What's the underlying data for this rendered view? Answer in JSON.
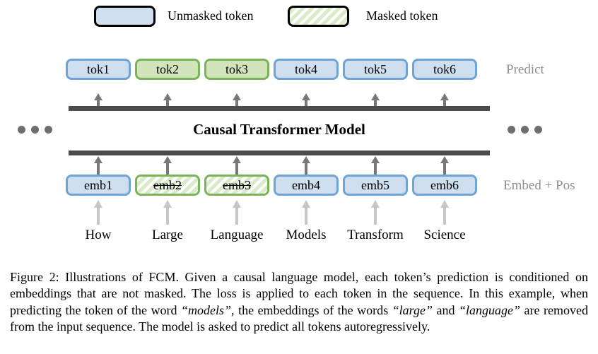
{
  "figure": {
    "legend": {
      "unmasked": "Unmasked token",
      "masked": "Masked token"
    },
    "model_label": "Causal Transformer Model",
    "predict_label": "Predict",
    "embed_label": "Embed + Pos",
    "tokens": [
      {
        "label": "tok1",
        "masked": false
      },
      {
        "label": "tok2",
        "masked": true
      },
      {
        "label": "tok3",
        "masked": true
      },
      {
        "label": "tok4",
        "masked": false
      },
      {
        "label": "tok5",
        "masked": false
      },
      {
        "label": "tok6",
        "masked": false
      }
    ],
    "embeddings": [
      {
        "label": "emb1",
        "masked": false
      },
      {
        "label": "emb2",
        "masked": true
      },
      {
        "label": "emb3",
        "masked": true
      },
      {
        "label": "emb4",
        "masked": false
      },
      {
        "label": "emb5",
        "masked": false
      },
      {
        "label": "emb6",
        "masked": false
      }
    ],
    "words": [
      "How",
      "Large",
      "Language",
      "Models",
      "Transform",
      "Science"
    ],
    "icons": {
      "left_ellipsis": "ellipsis-dots",
      "right_ellipsis": "ellipsis-dots",
      "arrows": "arrow-up"
    }
  },
  "caption": {
    "part1": "Figure 2: Illustrations of FCM. Given a causal language model, each token’s prediction is conditioned on embeddings that are not masked. The loss is applied to each token in the sequence. In this example, when predicting the token of the word ",
    "italic1": "“models”",
    "part2": ", the embeddings of the words ",
    "italic2": "“large”",
    "part3": " and ",
    "italic3": "“language”",
    "part4": " are removed from the input sequence. The model is asked to predict all tokens autoregressively."
  },
  "colors": {
    "unmasked_fill": "#cfdfef",
    "unmasked_border": "#6fa4d8",
    "masked_fill": "#d2e5ba",
    "masked_border": "#79b35a",
    "transformer_bar": "#4b4b4d",
    "muted_label": "#8f8f8f",
    "word_arrow": "#c6c6c6",
    "token_arrow": "#78787a"
  }
}
